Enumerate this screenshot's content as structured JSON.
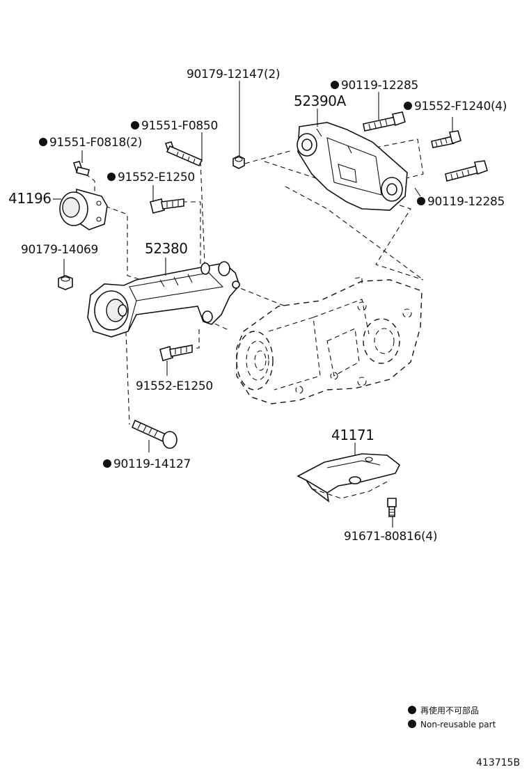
{
  "labels": {
    "p90179_12147": "90179-12147(2)",
    "p90119_12285_top": "90119-12285",
    "p52390A": "52390A",
    "p91552_F1240": "91552-F1240(4)",
    "p91551_F0850": "91551-F0850",
    "p91551_F0818": "91551-F0818(2)",
    "p91552_E1250_top": "91552-E1250",
    "p41196": "41196",
    "p90119_12285_right": "90119-12285",
    "p90179_14069": "90179-14069",
    "p52380": "52380",
    "p91552_E1250_bottom": "91552-E1250",
    "p90119_14127": "90119-14127",
    "p41171": "41171",
    "p91671_80816": "91671-80816(4)"
  },
  "legend": {
    "line1": "再使用不可部品",
    "line2": "Non-reusable part"
  },
  "figure_id": "413715B"
}
